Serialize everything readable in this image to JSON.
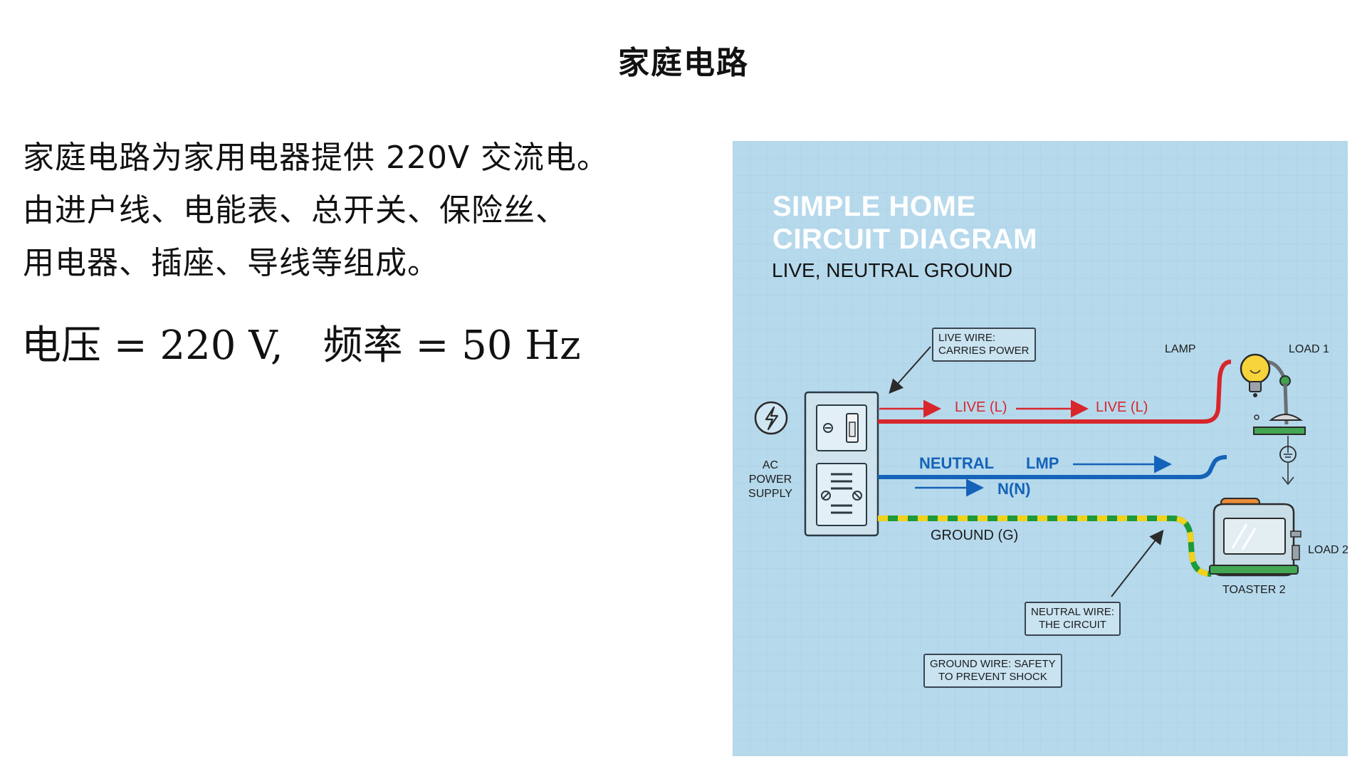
{
  "title": "家庭电路",
  "body": {
    "lines": [
      "家庭电路为家用电器提供 220V 交流电。",
      "由进户线、电能表、总开关、保险丝、",
      "用电器、插座、导线等组成。"
    ],
    "formula": {
      "voltage": "电压 = 220 V,",
      "frequency": "频率 = 50 Hz"
    }
  },
  "figure": {
    "title_line1": "SIMPLE HOME",
    "title_line2": "CIRCUIT DIAGRAM",
    "subtitle": "LIVE, NEUTRAL GROUND",
    "callouts": {
      "live": [
        "LIVE WIRE:",
        "CARRIES POWER"
      ],
      "neutral": [
        "NEUTRAL WIRE:",
        "THE CIRCUIT"
      ],
      "ground": [
        "GROUND WIRE: SAFETY",
        "TO PREVENT SHOCK"
      ]
    },
    "labels": {
      "lamp": "LAMP",
      "load1": "LOAD 1",
      "live_1": "LIVE (L)",
      "live_2": "LIVE (L)",
      "neutral": "NEUTRAL",
      "lmp": "LMP",
      "n": "N(N)",
      "ground": "GROUND (G)",
      "ac": [
        "AC",
        "POWER",
        "SUPPLY"
      ],
      "load2": "LOAD 2",
      "toaster": "TOASTER 2"
    },
    "colors": {
      "background": "#b6d9ec",
      "live": "#d8262b",
      "neutral": "#1463b8",
      "ground_green": "#1f9a3a",
      "ground_yellow": "#f2d21b"
    }
  }
}
